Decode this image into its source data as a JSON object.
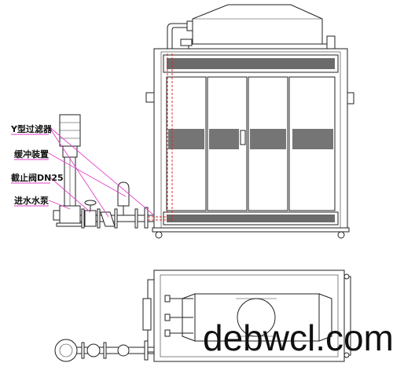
{
  "labels": {
    "y_filter": "Y型过滤器",
    "buffer": "缓冲装置",
    "stop_valve": "截止阀DN25",
    "inlet_pump": "进水水泵"
  },
  "watermark": "debwcl.com",
  "colors": {
    "line": "#222222",
    "leader": "#e040c8",
    "pipe_hidden": "#e02020",
    "grille": "#3a3a3a"
  }
}
